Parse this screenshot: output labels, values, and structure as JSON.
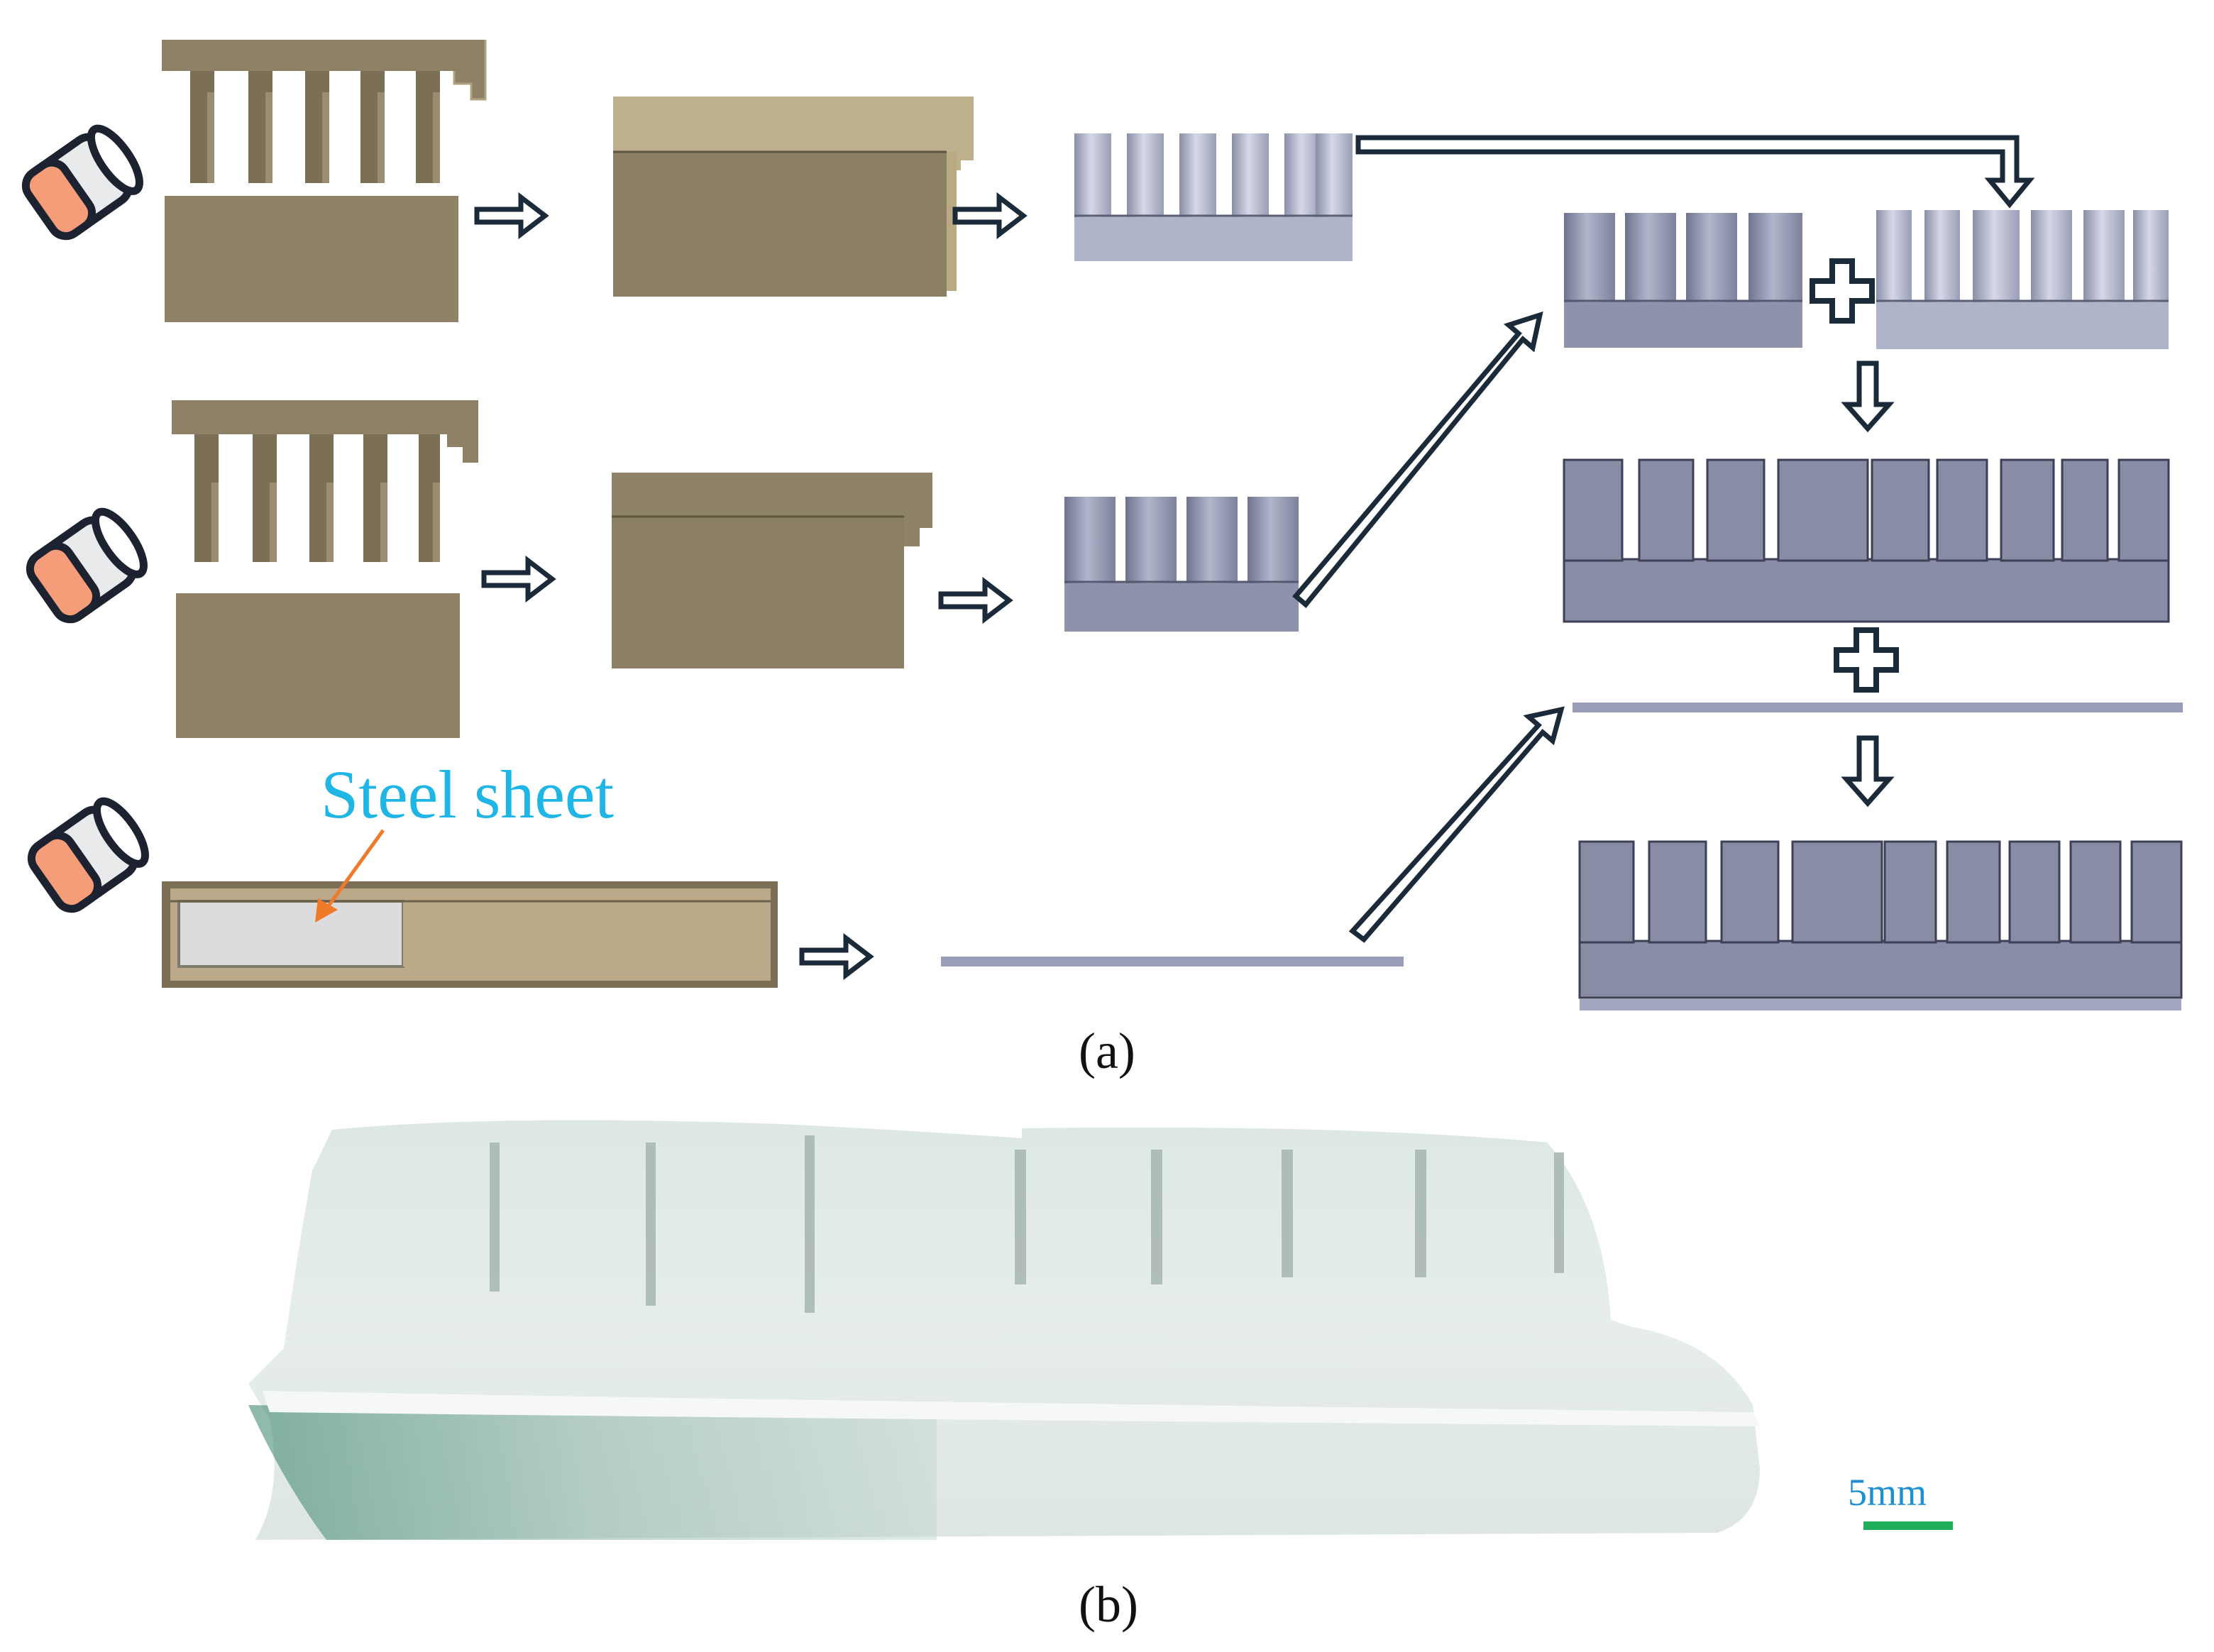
{
  "labels": {
    "steel_sheet": "Steel sheet",
    "panel_a": "(a)",
    "panel_b": "(b)",
    "scale": "5mm"
  },
  "colors": {
    "mold": "#8a7d64",
    "mold_light": "#b9aa85",
    "part_gray": "#8c8fa8",
    "part_light": "#b4b8cf",
    "arrow_outline": "#1b2a38",
    "steel_label": "#1fb6e6",
    "pointer": "#f07a2a",
    "scale_bar": "#1faf5c"
  },
  "icons": [
    "spray-can-icon",
    "arrow-right-icon",
    "arrow-down-icon",
    "plus-icon"
  ]
}
